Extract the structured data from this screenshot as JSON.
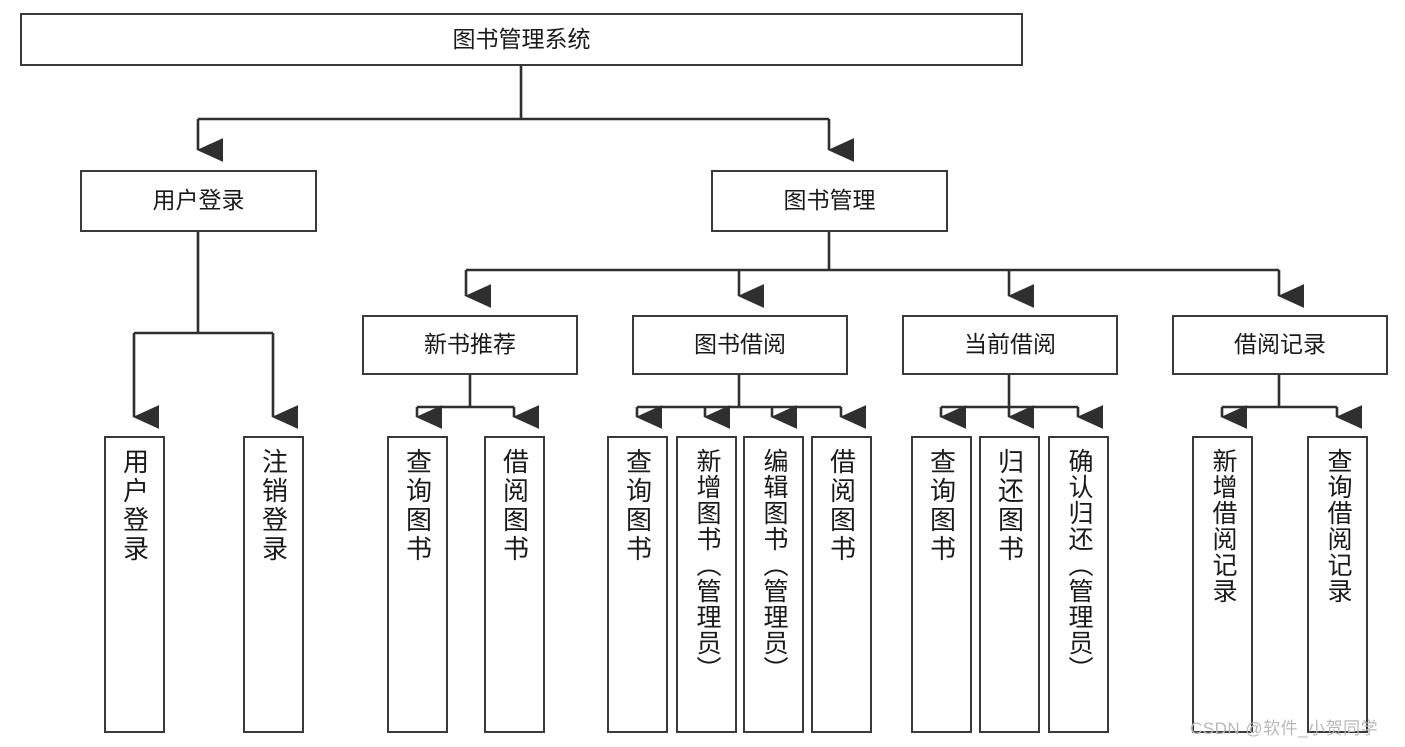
{
  "diagram": {
    "type": "hierarchy-tree",
    "title": "图书管理系统",
    "theme": {
      "background": "#ffffff",
      "box_border": "#3a3a3a",
      "box_fill": "#ffffff",
      "connector": "#2f2f2f",
      "text": "#1a1a1a",
      "watermark": "#b9b9b9"
    },
    "levels": {
      "root": {
        "label": "图书管理系统"
      },
      "level2": [
        {
          "label": "用户登录"
        },
        {
          "label": "图书管理"
        }
      ],
      "level3": [
        {
          "label": "新书推荐"
        },
        {
          "label": "图书借阅"
        },
        {
          "label": "当前借阅"
        },
        {
          "label": "借阅记录"
        }
      ],
      "leaves": {
        "user_login": [
          {
            "label": "用户登录"
          },
          {
            "label": "注销登录"
          }
        ],
        "new_book_recommend": [
          {
            "label": "查询图书"
          },
          {
            "label": "借阅图书"
          }
        ],
        "book_borrow": [
          {
            "label": "查询图书"
          },
          {
            "label": "新增图书（管理员）"
          },
          {
            "label": "编辑图书（管理员）"
          },
          {
            "label": "借阅图书"
          }
        ],
        "current_borrow": [
          {
            "label": "查询图书"
          },
          {
            "label": "归还图书"
          },
          {
            "label": "确认归还（管理员）"
          }
        ],
        "borrow_record": [
          {
            "label": "新增借阅记录"
          },
          {
            "label": "查询借阅记录"
          }
        ]
      }
    }
  },
  "watermark": {
    "text": "CSDN @软件_小贺同学"
  }
}
